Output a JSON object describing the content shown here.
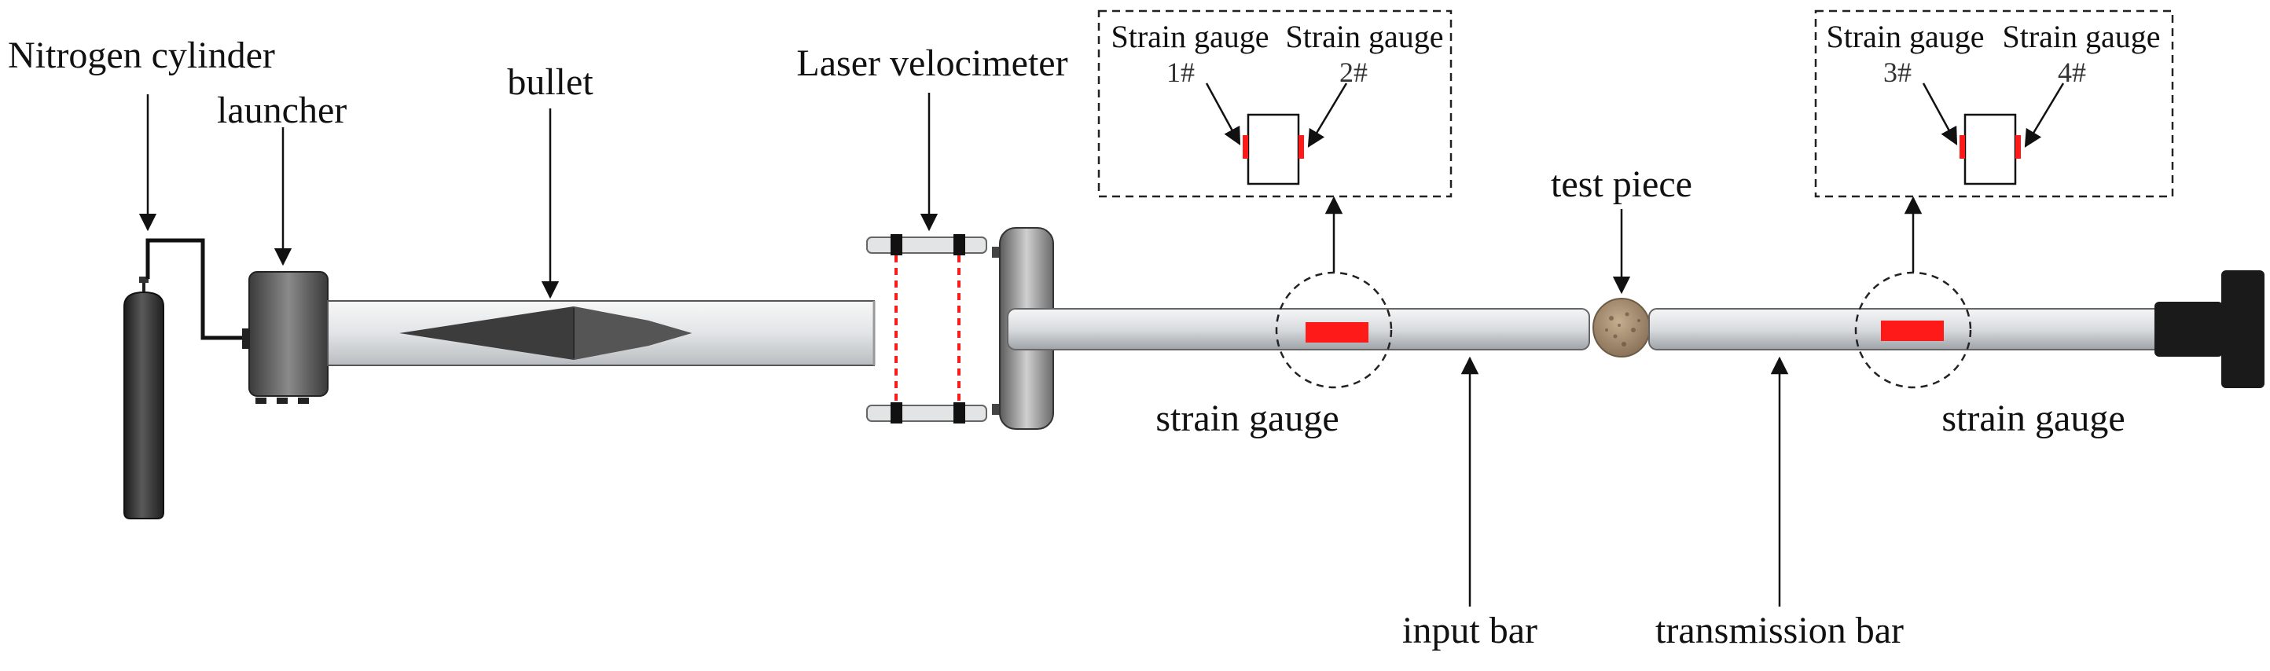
{
  "labels": {
    "nitrogen_cylinder": "Nitrogen cylinder",
    "launcher": "launcher",
    "bullet": "bullet",
    "laser_velocimeter": "Laser velocimeter",
    "test_piece": "test piece",
    "strain_gauge_left": "strain gauge",
    "strain_gauge_right": "strain gauge",
    "input_bar": "input bar",
    "transmission_bar": "transmission bar"
  },
  "inset_left": {
    "label_a": "Strain gauge",
    "label_b": "Strain gauge",
    "num_a": "1#",
    "num_b": "2#"
  },
  "inset_right": {
    "label_a": "Strain gauge",
    "label_b": "Strain gauge",
    "num_a": "3#",
    "num_b": "4#"
  },
  "colors": {
    "gauge_red": "#ff1a1a",
    "bar_gray": "#d4d8dc",
    "dark": "#2a2a2a",
    "specimen": "#a08a70"
  }
}
